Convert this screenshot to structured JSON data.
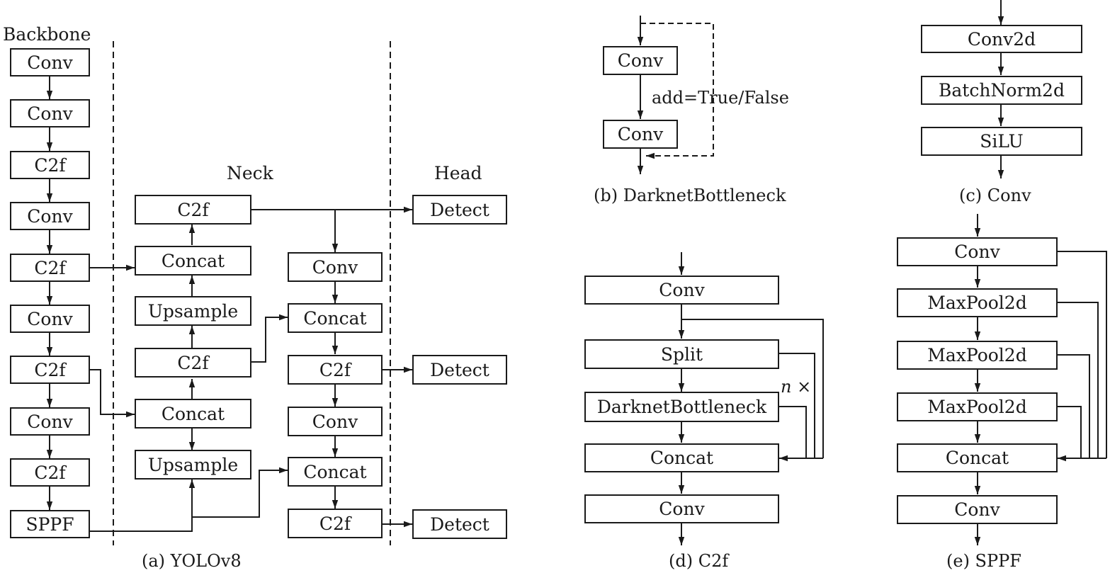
{
  "yolov8": {
    "sections": {
      "backbone": "Backbone",
      "neck": "Neck",
      "head": "Head"
    },
    "backbone": [
      "Conv",
      "Conv",
      "C2f",
      "Conv",
      "C2f",
      "Conv",
      "C2f",
      "Conv",
      "C2f",
      "SPPF"
    ],
    "neck_left": [
      "C2f",
      "Concat",
      "Upsample",
      "C2f",
      "Concat",
      "Upsample"
    ],
    "neck_right": [
      "Conv",
      "Concat",
      "C2f",
      "Conv",
      "Concat",
      "C2f"
    ],
    "head": [
      "Detect",
      "Detect",
      "Detect"
    ],
    "caption": "(a) YOLOv8"
  },
  "darknet_bottleneck": {
    "blocks": [
      "Conv",
      "Conv"
    ],
    "shortcut_label": "add=True/False",
    "caption": "(b) DarknetBottleneck"
  },
  "conv": {
    "blocks": [
      "Conv2d",
      "BatchNorm2d",
      "SiLU"
    ],
    "caption": "(c) Conv"
  },
  "c2f": {
    "blocks": [
      "Conv",
      "Split",
      "DarknetBottleneck",
      "Concat",
      "Conv"
    ],
    "repeat_label": "n ×",
    "caption": "(d) C2f"
  },
  "sppf": {
    "blocks": [
      "Conv",
      "MaxPool2d",
      "MaxPool2d",
      "MaxPool2d",
      "Concat",
      "Conv"
    ],
    "caption": "(e) SPPF"
  }
}
